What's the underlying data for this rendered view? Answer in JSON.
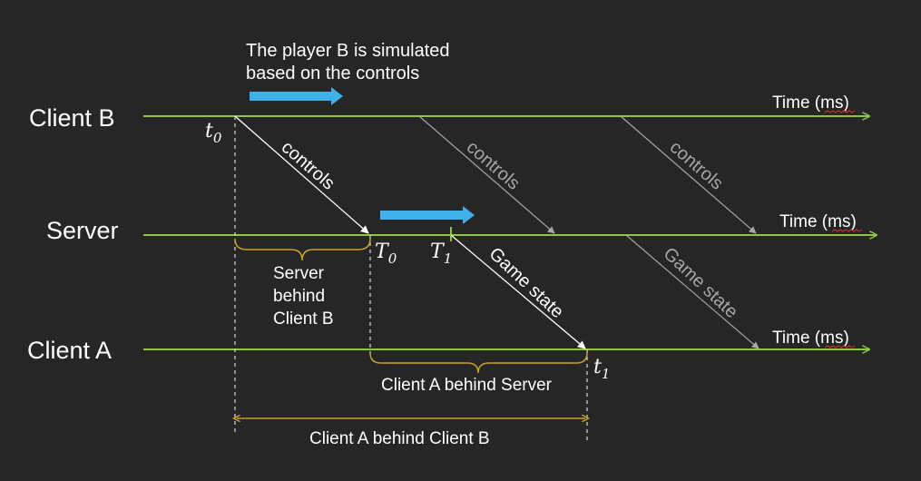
{
  "colors": {
    "background": "#262626",
    "timeline": "#8fc640",
    "arrow_white": "#ffffff",
    "arrow_grey": "#a6a6a6",
    "dashed": "#d9d9d9",
    "bracket": "#c9a227",
    "sim_arrow": "#3fb0e8",
    "text": "#ffffff"
  },
  "rows": {
    "client_b": "Client B",
    "server": "Server",
    "client_a": "Client A"
  },
  "time_axis_label": "Time (ms)",
  "simulation_note": {
    "line1": "The player B is simulated",
    "line2": "based on the controls"
  },
  "messages": {
    "controls": "controls",
    "game_state": "Game state"
  },
  "time_points": {
    "t0": {
      "symbol": "t",
      "sub": "0"
    },
    "T0": {
      "symbol": "T",
      "sub": "0"
    },
    "T1": {
      "symbol": "T",
      "sub": "1"
    },
    "t1": {
      "symbol": "t",
      "sub": "1"
    }
  },
  "delays": {
    "server_behind_b": {
      "line1": "Server",
      "line2": "behind",
      "line3": "Client B"
    },
    "a_behind_server": "Client A behind Server",
    "a_behind_b": "Client A behind Client B"
  }
}
